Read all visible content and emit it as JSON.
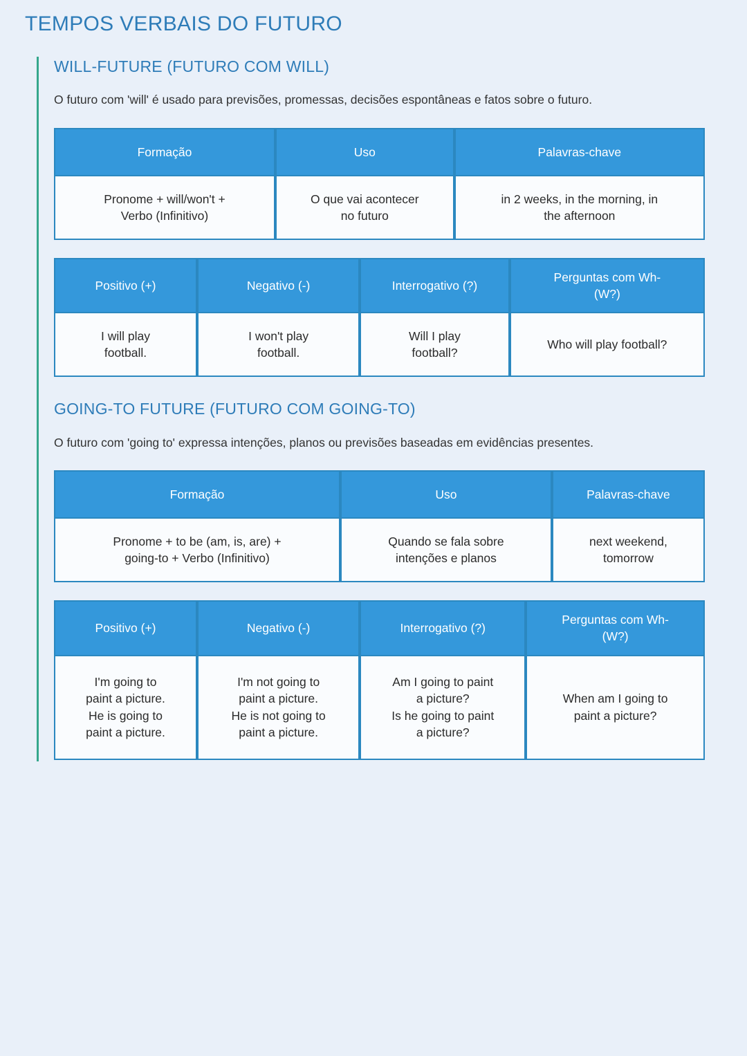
{
  "page": {
    "title": "TEMPOS VERBAIS DO FUTURO",
    "background_color": "#e9f0f9",
    "accent_rail_color": "#35a78c",
    "heading_color": "#2e7cb8",
    "table_header_bg": "#3498db",
    "table_border_color": "#2b88c0",
    "cell_bg": "#fafcfe",
    "body_text_color": "#333333"
  },
  "sections": [
    {
      "title": "WILL-FUTURE (FUTURO COM WILL)",
      "description": "O futuro com 'will' é usado para previsões, promessas, decisões espontâneas e fatos sobre o futuro.",
      "formation_table": {
        "headers": [
          "Formação",
          "Uso",
          "Palavras-chave"
        ],
        "rows": [
          [
            "Pronome + will/won't +\nVerbo (Infinitivo)",
            "O que vai acontecer\nno futuro",
            "in 2 weeks, in the morning, in\nthe afternoon"
          ]
        ]
      },
      "forms_table": {
        "headers": [
          "Positivo (+)",
          "Negativo (-)",
          "Interrogativo (?)",
          "Perguntas com Wh-\n(W?)"
        ],
        "rows": [
          [
            "I will play\nfootball.",
            "I won't play\nfootball.",
            "Will I play\nfootball?",
            "Who will play football?"
          ]
        ]
      }
    },
    {
      "title": "GOING-TO FUTURE (FUTURO COM GOING-TO)",
      "description": "O futuro com 'going to' expressa intenções, planos ou previsões baseadas em evidências presentes.",
      "formation_table": {
        "headers": [
          "Formação",
          "Uso",
          "Palavras-chave"
        ],
        "rows": [
          [
            "Pronome + to be (am, is, are) +\ngoing-to + Verbo (Infinitivo)",
            "Quando se fala sobre\nintenções e planos",
            "next weekend,\ntomorrow"
          ]
        ]
      },
      "forms_table": {
        "headers": [
          "Positivo (+)",
          "Negativo (-)",
          "Interrogativo (?)",
          "Perguntas com Wh-\n(W?)"
        ],
        "rows": [
          [
            "I'm going to\npaint a picture.\nHe is going to\npaint a picture.",
            "I'm not going to\npaint a picture.\nHe is not going to\npaint a picture.",
            "Am I going to paint\na picture?\nIs he going to paint\na picture?",
            "When am I going to\npaint a picture?"
          ]
        ]
      }
    }
  ]
}
